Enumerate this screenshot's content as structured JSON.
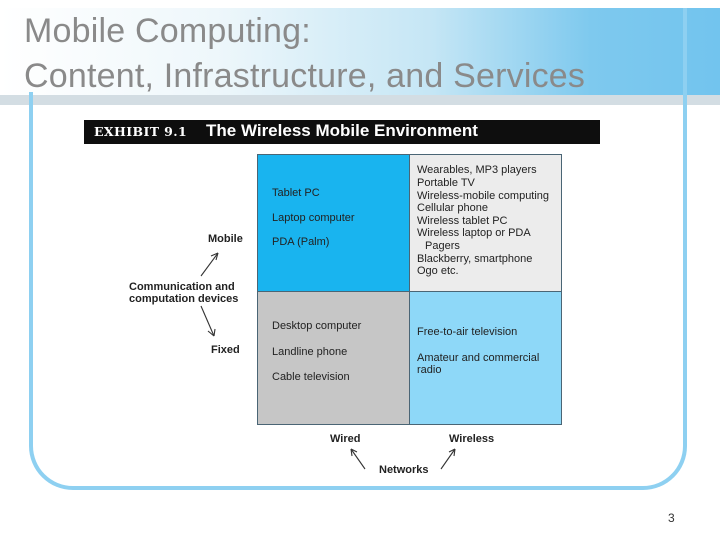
{
  "slide": {
    "title_line1": "Mobile Computing:",
    "title_line2": "Content, Infrastructure, and Services",
    "page_number": "3"
  },
  "exhibit": {
    "label": "EXHIBIT 9.1",
    "title": "The Wireless Mobile Environment"
  },
  "quadrants": {
    "mobile_wired": [
      "Tablet PC",
      "Laptop computer",
      "PDA (Palm)"
    ],
    "mobile_wireless": [
      "Wearables, MP3 players",
      "Portable TV",
      "Wireless-mobile computing",
      "Cellular phone",
      "Wireless tablet PC",
      "Wireless laptop or PDA",
      "Pagers",
      "Blackberry, smartphone",
      "Ogo etc."
    ],
    "fixed_wired": [
      "Desktop computer",
      "Landline phone",
      "Cable television"
    ],
    "fixed_wireless": [
      "Free-to-air television",
      "Amateur and commercial",
      "radio"
    ]
  },
  "axes": {
    "mobile": "Mobile",
    "devices_line1": "Communication and",
    "devices_line2": "computation devices",
    "fixed": "Fixed",
    "wired": "Wired",
    "wireless": "Wireless",
    "networks": "Networks"
  },
  "colors": {
    "accent_blue": "#19b4ef",
    "light_blue": "#8ed8f8",
    "frame_blue": "#8ed0f1"
  }
}
